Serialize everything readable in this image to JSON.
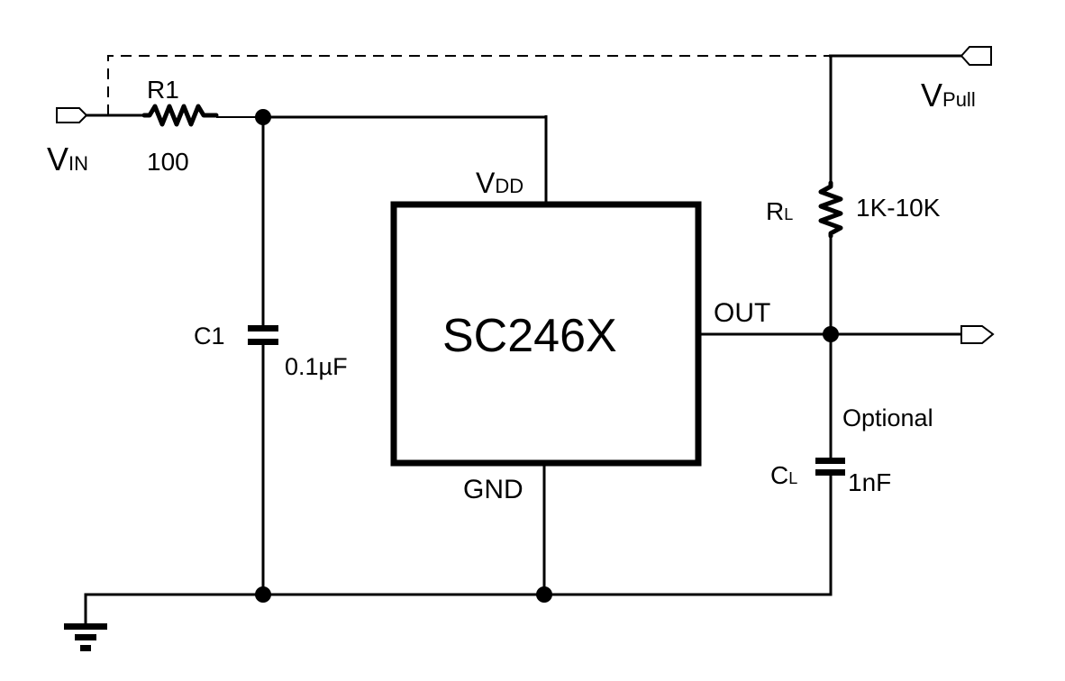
{
  "diagram": {
    "type": "circuit-schematic",
    "ic": {
      "name": "SC246X",
      "pins": {
        "vdd": "V",
        "vdd_sub": "DD",
        "gnd": "GND",
        "out": "OUT"
      }
    },
    "ports": {
      "vin": {
        "main": "V",
        "sub": "IN"
      },
      "vpull": {
        "main": "V",
        "sub": "Pull"
      }
    },
    "components": {
      "r1": {
        "ref": "R1",
        "value": "100"
      },
      "c1": {
        "ref": "C1",
        "value": "0.1µF"
      },
      "rl": {
        "ref_main": "R",
        "ref_sub": "L",
        "value": "1K-10K"
      },
      "cl": {
        "ref_main": "C",
        "ref_sub": "L",
        "value": "1nF",
        "note": "Optional"
      }
    }
  }
}
